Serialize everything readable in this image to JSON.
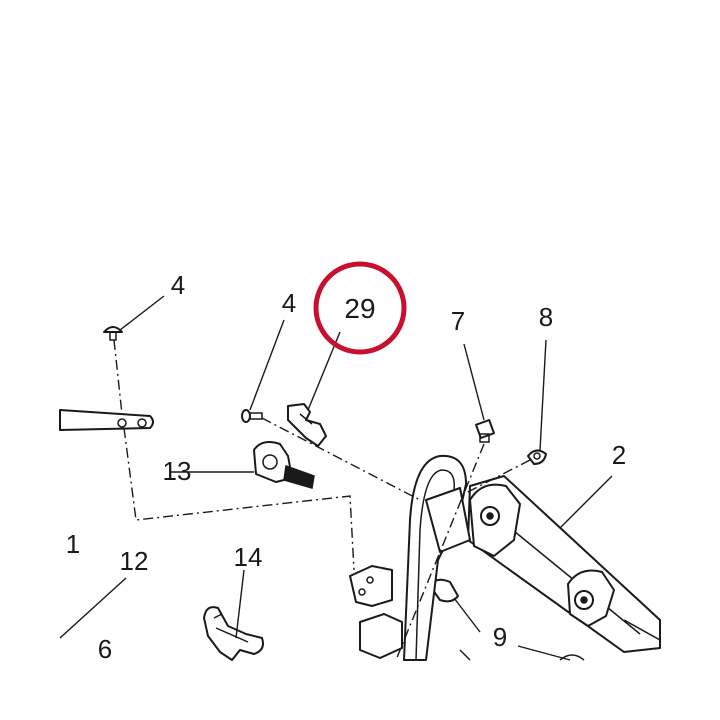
{
  "highlight": {
    "label": "29",
    "color": "#c8102e"
  },
  "callouts": {
    "c1": "1",
    "c2": "2",
    "c4a": "4",
    "c4b": "4",
    "c6": "6",
    "c7": "7",
    "c8": "8",
    "c9": "9",
    "c12": "12",
    "c13": "13",
    "c14": "14"
  },
  "colors": {
    "line": "#1a1a1a",
    "background": "#ffffff"
  }
}
